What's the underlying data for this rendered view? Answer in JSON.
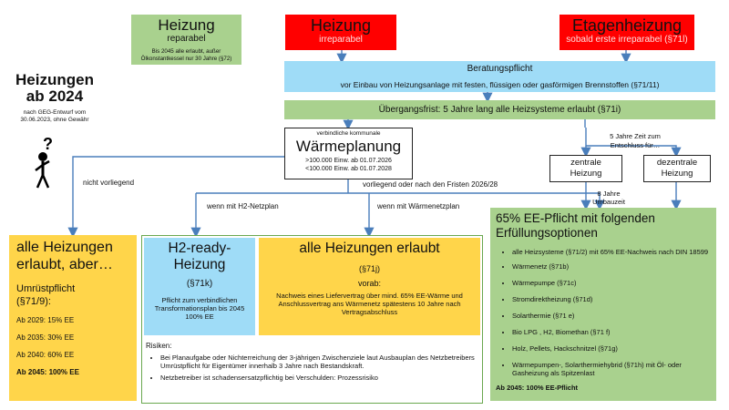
{
  "main_title": {
    "line1": "Heizungen",
    "line2": "ab 2024",
    "subtitle": "nach GEG-Entwurf vom 30.06.2023, ohne Gewähr"
  },
  "repairable": {
    "title": "Heizung",
    "subtitle": "reparabel",
    "note": "Bis 2045 alle erlaubt, außer Ölkonstantkessel nur 30 Jahre (§72)"
  },
  "irreparable": {
    "title": "Heizung",
    "subtitle": "irreparabel"
  },
  "etagen": {
    "title": "Etagenheizung",
    "subtitle": "sobald erste irreparabel (§71l)"
  },
  "beratung": {
    "title": "Beratungspflicht",
    "text": "vor Einbau von Heizungsanlage mit festen, flüssigen oder gasförmigen Brennstoffen (§71/11)"
  },
  "uebergang": {
    "text": "Übergangsfrist: 5 Jahre lang alle Heizsysteme erlaubt (§71i)"
  },
  "waermeplanung": {
    "small": "verbindliche kommunale",
    "title": "Wärmeplanung",
    "line1": ">100.000 Einw. ab 01.07.2026",
    "line2": "<100.000 Einw. ab 01.07.2028"
  },
  "labels": {
    "nicht_vorliegend": "nicht vorliegend",
    "vorliegend": "vorliegend oder nach den Fristen 2026/28",
    "h2netz": "wenn mit H2-Netzplan",
    "waermenetz": "wenn mit Wärmenetzplan",
    "fuenf_jahre_1": "5 Jahre Zeit zum",
    "fuenf_jahre_2": "Entschluss für…",
    "acht_jahre_1": "8 Jahre",
    "acht_jahre_2": "Umbauzeit"
  },
  "zentral": {
    "line1": "zentrale",
    "line2": "Heizung"
  },
  "dezentral": {
    "line1": "dezentrale",
    "line2": "Heizung"
  },
  "aber": {
    "title1": "alle Heizungen",
    "title2": "erlaubt, aber…",
    "pflicht1": "Umrüstpflicht",
    "pflicht2": "(§71/9):",
    "y2029": "Ab 2029: 15% EE",
    "y2035": "Ab 2035: 30% EE",
    "y2040": "Ab 2040: 60% EE",
    "y2045": "Ab 2045: 100% EE"
  },
  "h2": {
    "title1": "H2-ready-",
    "title2": "Heizung",
    "ref": "(§71k)",
    "text": "Pflicht zum verbindlichen Transformationsplan bis 2045 100% EE"
  },
  "erlaubt": {
    "title": "alle Heizungen erlaubt",
    "ref": "(§71j)",
    "vorab": "vorab:",
    "text": "Nachweis eines Liefervertrag über mind. 65% EE-Wärme und Anschlussvertrag ans Wärmenetz spätestens 10 Jahre nach Vertragsabschluss"
  },
  "risiken": {
    "title": "Risiken:",
    "item1": "Bei Planaufgabe oder Nichterreichung der 3-jährigen Zwischenziele laut Ausbauplan des Netzbetreibers Umrüstpflicht für Eigentümer innerhalb 3 Jahre nach Bestandskraft.",
    "item2": "Netzbetreiber ist schadensersatzpflichtig bei Verschulden: Prozessrisiko"
  },
  "ee": {
    "title": "65% EE-Pflicht mit folgenden Erfüllungsoptionen",
    "options": [
      "alle Heizsysteme (§71/2) mit 65% EE-Nachweis nach DIN 18599",
      "Wärmenetz (§71b)",
      "Wärmepumpe (§71c)",
      "Stromdirektheizung (§71d)",
      "Solarthermie (§71 e)",
      "Bio LPG , H2, Biomethan (§71 f)",
      "Holz, Pellets, Hackschnitzel (§71g)",
      "Wärmepumpen-, Solarthermiehybrid (§71h) mit Öl- oder Gasheizung als Spitzenlast"
    ],
    "footer": "Ab 2045: 100% EE-Pflicht"
  },
  "colors": {
    "green": "#a9d18e",
    "red": "#ff0000",
    "blue": "#9fdcf7",
    "yellow": "#ffd54a",
    "arrow": "#4a7ebb",
    "border_green": "#6aa84f"
  }
}
